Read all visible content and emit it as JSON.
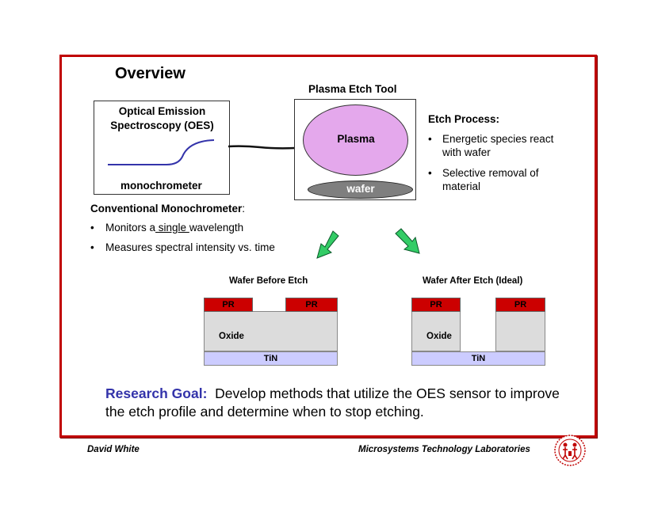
{
  "slide": {
    "title": "Overview",
    "oes": {
      "title_line1": "Optical Emission",
      "title_line2": "Spectroscopy (OES)",
      "label": "monochrometer"
    },
    "tool": {
      "title": "Plasma Etch Tool",
      "plasma": "Plasma",
      "wafer": "wafer"
    },
    "etch_process": {
      "heading": "Etch Process:",
      "bullets": [
        {
          "line1": "Energetic species react",
          "line2": "with wafer"
        },
        {
          "line1": "Selective removal of",
          "line2": "material"
        }
      ]
    },
    "conventional": {
      "heading": "Conventional Monochrometer",
      "colon": ":",
      "bullet1_pre": "Monitors a",
      "bullet1_underlined": " single ",
      "bullet1_post": "wavelength",
      "bullet2": "Measures spectral intensity vs. time"
    },
    "wafer_before": {
      "title": "Wafer Before Etch",
      "pr_left": "PR",
      "pr_right": "PR",
      "oxide": "Oxide",
      "tin": "TiN"
    },
    "wafer_after": {
      "title": "Wafer After Etch (Ideal)",
      "pr_left": "PR",
      "pr_right": "PR",
      "oxide": "Oxide",
      "tin": "TiN"
    },
    "goal": {
      "label": "Research Goal",
      "colon": ":",
      "text": "  Develop methods that utilize the OES sensor to improve the etch profile and determine when to stop etching."
    },
    "footer": {
      "author": "David White",
      "org": "Microsystems Technology Laboratories"
    },
    "bullet_char": "•",
    "colors": {
      "frame": "#c00000",
      "plasma": "#e4a8ec",
      "pr": "#cc0000",
      "oxide": "#dcdcdc",
      "tin": "#ccccff",
      "arrow": "#33cc66",
      "goal_label": "#3333aa",
      "curve": "#3333aa"
    }
  }
}
